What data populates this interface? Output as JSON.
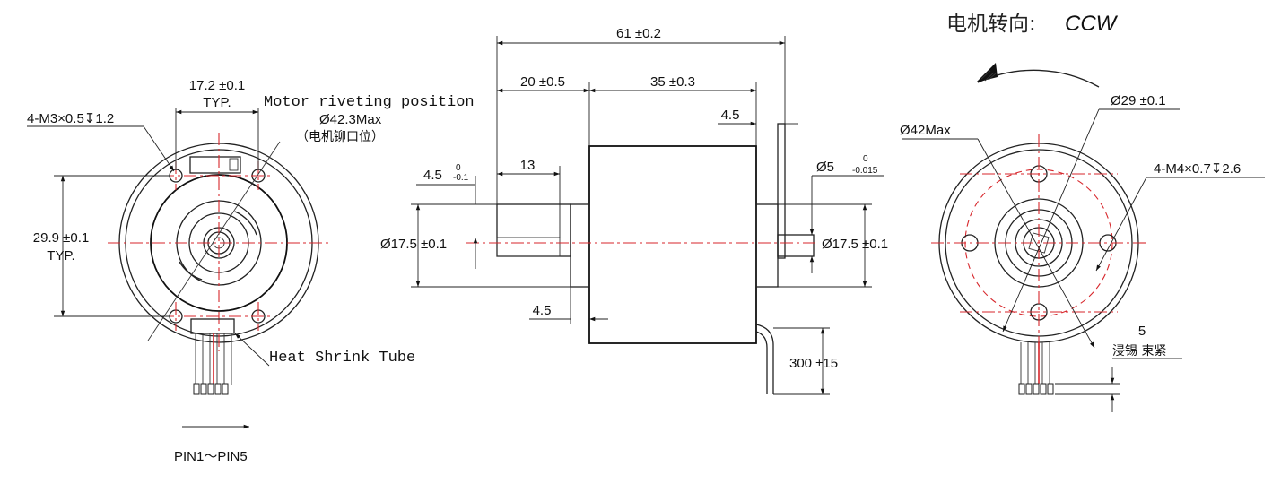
{
  "rotation": {
    "label_cn": "电机转向:",
    "direction": "CCW"
  },
  "front_view": {
    "dim_bolt_spacing_h": "17.2 ±0.1",
    "dim_bolt_spacing_h_typ": "TYP.",
    "dim_bolt_spacing_v": "29.9 ±0.1",
    "dim_bolt_spacing_v_typ": "TYP.",
    "thread_spec": "4-M3×0.5↧1.2",
    "riveting_label": "Motor riveting position",
    "rivet_dia": "Ø42.3Max",
    "rivet_cn": "（电机铆口位）",
    "heat_shrink": "Heat Shrink Tube",
    "pins": "PIN1～PIN5"
  },
  "side_view": {
    "overall_length": "61 ±0.2",
    "shaft_length": "20 ±0.5",
    "body_length": "35 ±0.3",
    "flange_thickness": "4.5",
    "shaft_flat": "13",
    "shaft_step": "4.5",
    "shaft_step_tol_upper": "0",
    "shaft_step_tol_lower": "-0.1",
    "left_boss_dia": "Ø17.5 ±0.1",
    "right_boss_dia": "Ø17.5 ±0.1",
    "rear_shaft_dia": "Ø5",
    "rear_shaft_tol_upper": "0",
    "rear_shaft_tol_lower": "-0.015",
    "lower_step": "4.5",
    "lead_length": "300 ±15"
  },
  "rear_view": {
    "body_dia": "Ø42Max",
    "bolt_circle": "Ø29 ±0.1",
    "thread_spec": "4-M4×0.7↧2.6",
    "tin_dip": "5",
    "tin_dip_cn": "浸锡 束紧"
  }
}
